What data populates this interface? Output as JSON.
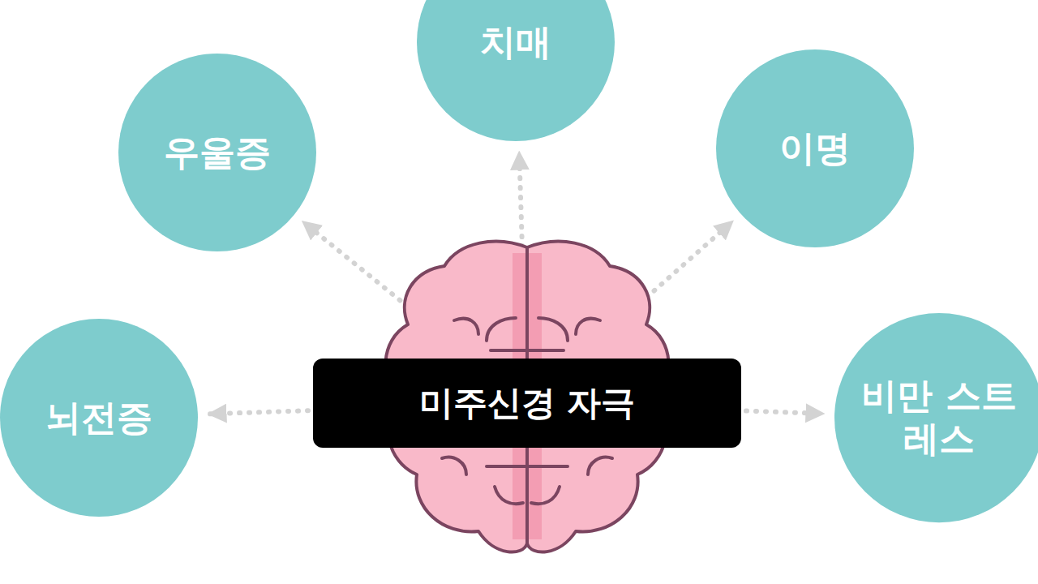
{
  "diagram": {
    "nodes": [
      {
        "text": [
          "치매"
        ]
      },
      {
        "text": [
          "우울증"
        ]
      },
      {
        "text": [
          "이명"
        ]
      },
      {
        "text": [
          "뇌전증"
        ]
      },
      {
        "text": [
          "미주신경 자극"
        ]
      },
      {
        "text": [
          "비만 스트레스"
        ]
      }
    ],
    "edges": [
      {
        "from": 4,
        "to": 0,
        "arrow": "to"
      },
      {
        "from": 4,
        "to": 1,
        "arrow": "to"
      },
      {
        "from": 4,
        "to": 2,
        "arrow": "to"
      },
      {
        "from": 4,
        "to": 3,
        "arrow": "to"
      },
      {
        "from": 4,
        "to": 5,
        "arrow": "to"
      }
    ]
  }
}
